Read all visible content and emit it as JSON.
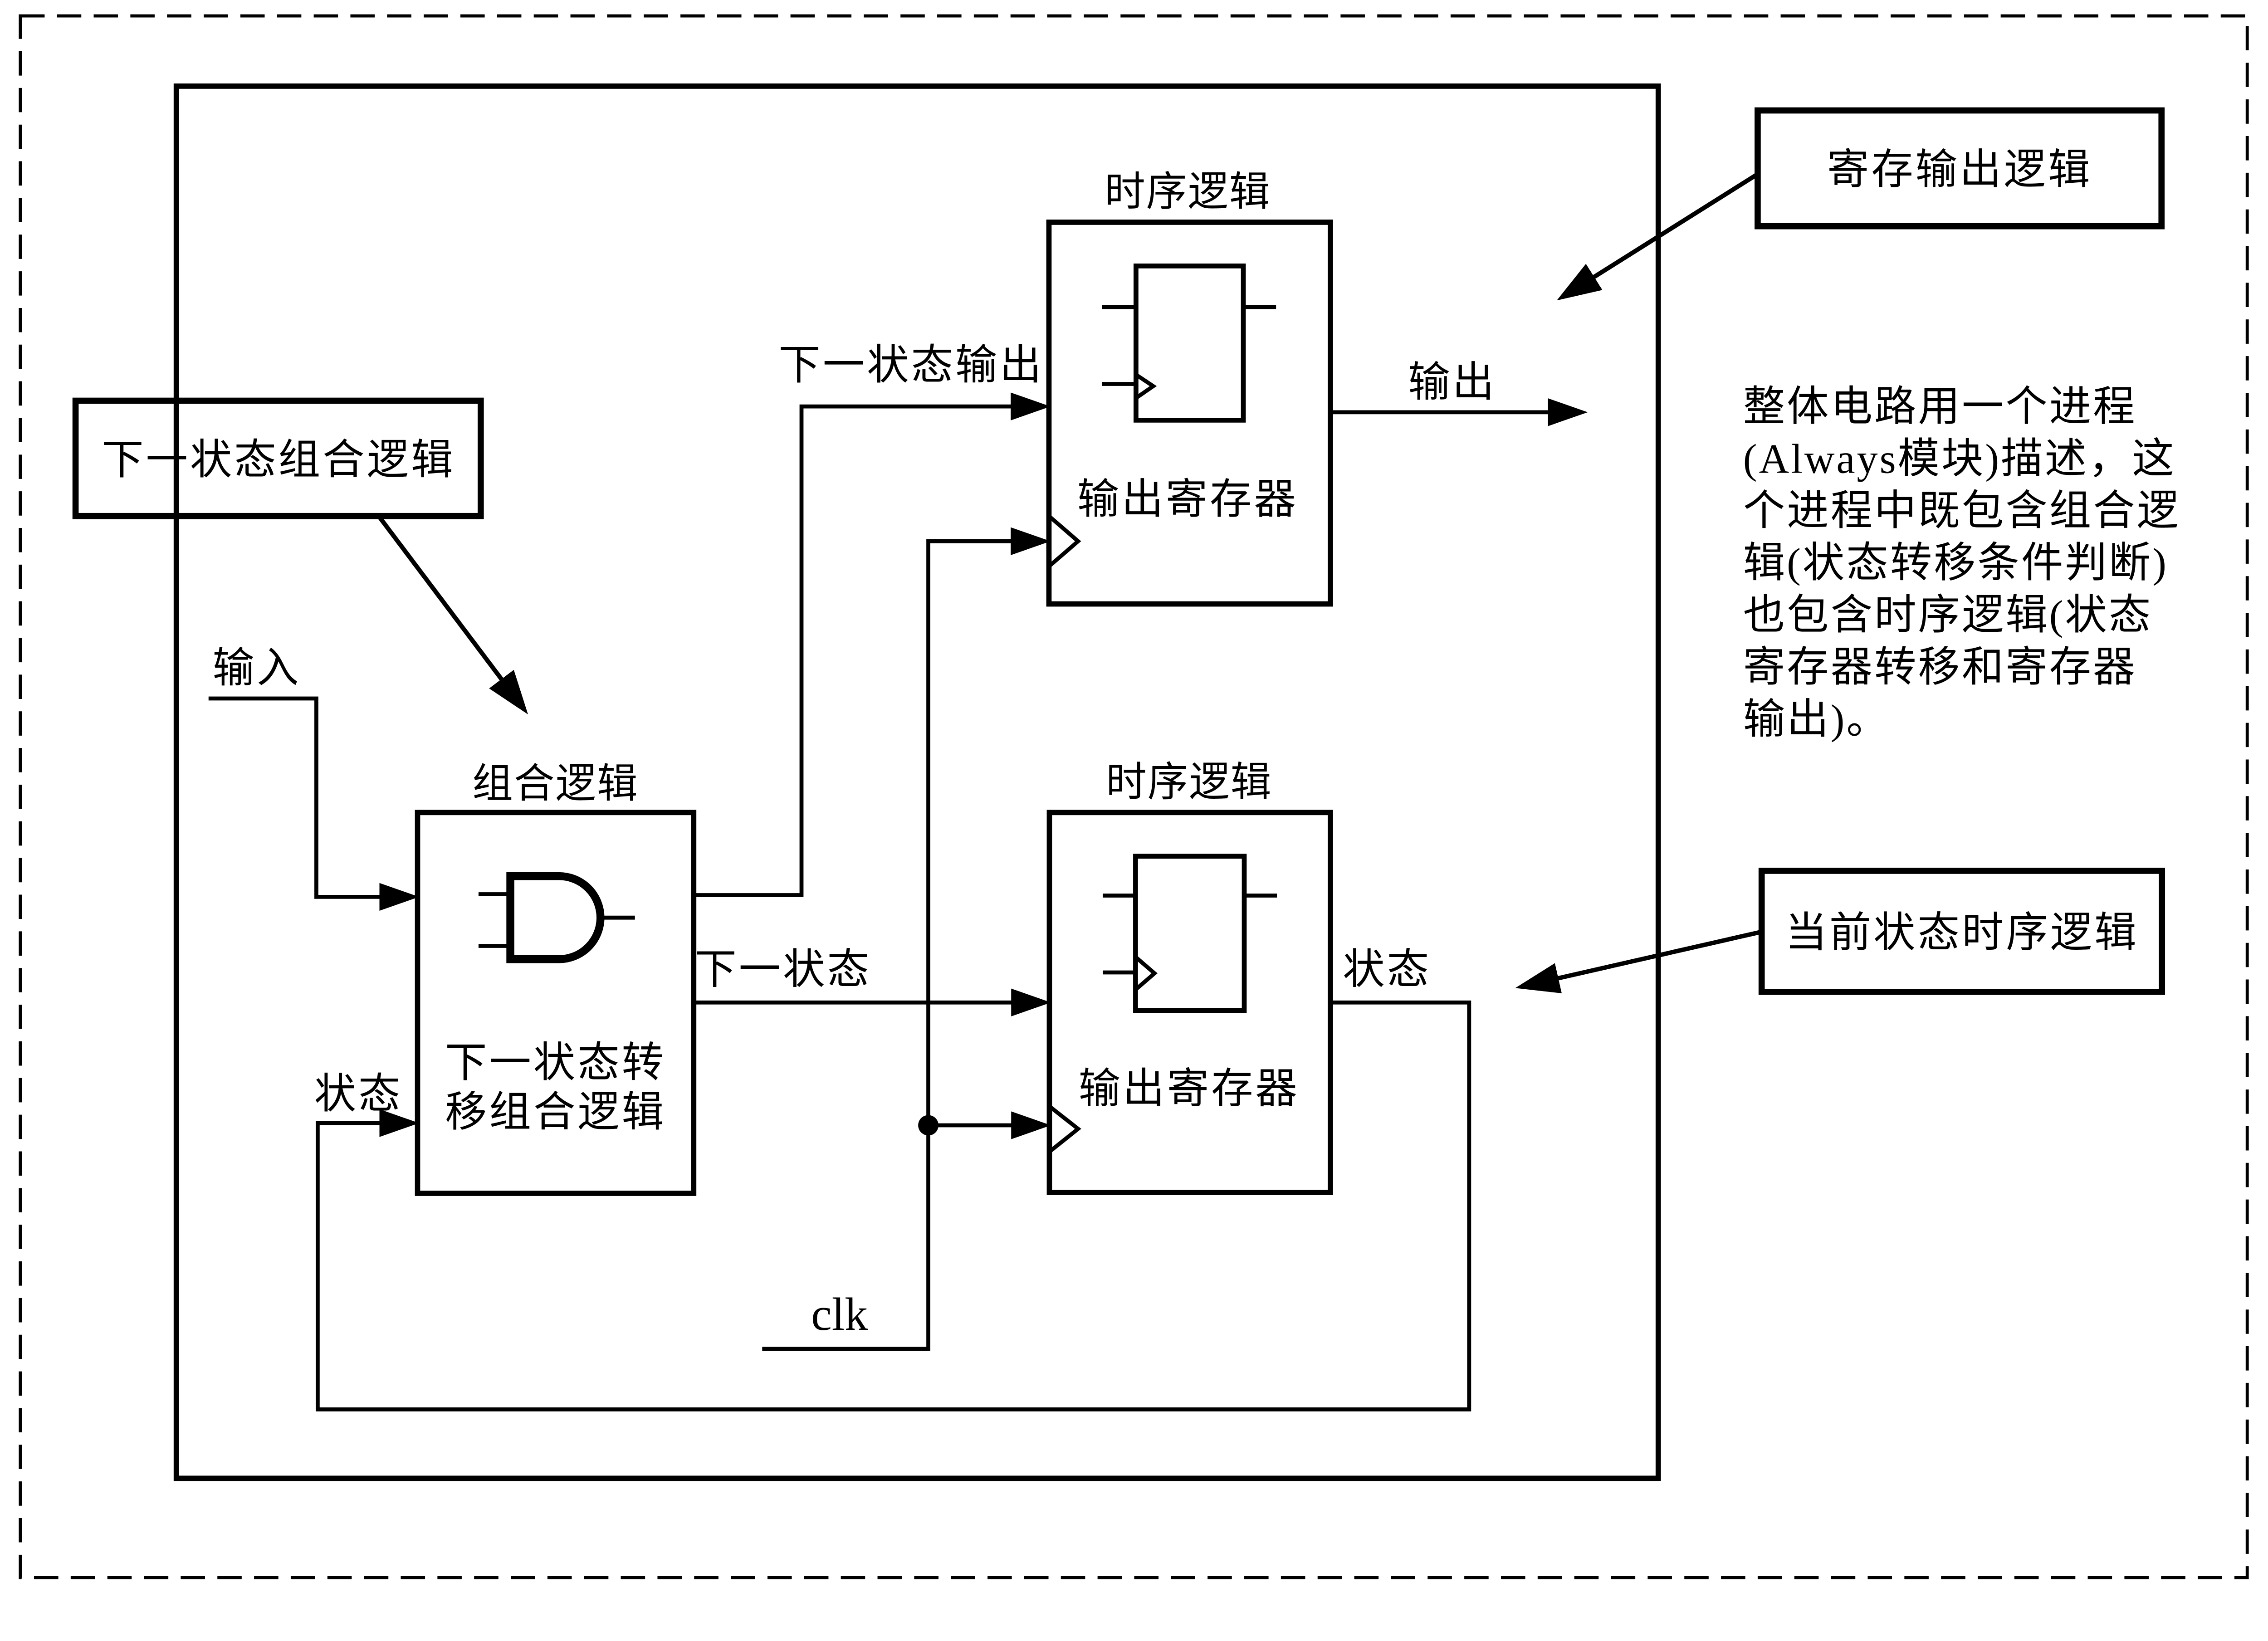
{
  "colors": {
    "ink": "#000000",
    "background": "#ffffff"
  },
  "note_boxes": {
    "next_state_comb_logic": "下一状态组合逻辑",
    "registered_output_logic": "寄存输出逻辑",
    "current_state_seq_logic": "当前状态时序逻辑"
  },
  "blocks": {
    "comb_logic": {
      "title": "组合逻辑",
      "label_line1": "下一状态转",
      "label_line2": "移组合逻辑"
    },
    "output_register_block": {
      "title": "时序逻辑",
      "label": "输出寄存器"
    },
    "state_register_block": {
      "title": "时序逻辑",
      "label": "输出寄存器"
    }
  },
  "signals": {
    "input": "输入",
    "state_left": "状态",
    "state_right": "状态",
    "next_state": "下一状态",
    "next_state_output": "下一状态输出",
    "output": "输出",
    "clk": "clk"
  },
  "description": {
    "line1": "整体电路用一个进程",
    "line2": "(Always模块)描述，这",
    "line3": "个进程中既包含组合逻",
    "line4": "辑(状态转移条件判断)",
    "line5": "也包含时序逻辑(状态",
    "line6": "寄存器转移和寄存器",
    "line7": "输出)。"
  }
}
